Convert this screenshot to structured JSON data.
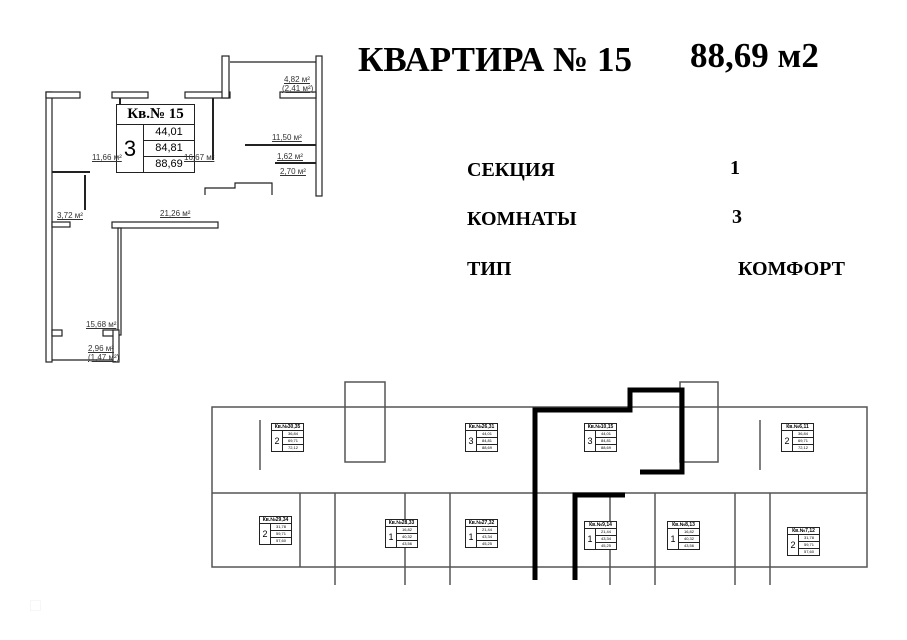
{
  "header": {
    "title": "КВАРТИРА № 15",
    "area": "88,69 м2"
  },
  "info": [
    {
      "label": "СЕКЦИЯ",
      "value": "1"
    },
    {
      "label": "КОМНАТЫ",
      "value": "3"
    },
    {
      "label": "ТИП",
      "value": "КОМФОРТ"
    }
  ],
  "plan": {
    "apt_label": "Кв.№ 15",
    "rooms": "3",
    "living_area": "44,01",
    "total_area": "84,81",
    "total_with_balcony": "88,69",
    "room_areas": [
      "4,82 м²",
      "(2,41 м²)",
      "11,50 м²",
      "1,62 м²",
      "2,70 м²",
      "11,66 м²",
      "16,67 м²",
      "3,72 м²",
      "21,26 м²",
      "15,68 м²",
      "2,96 м²",
      "(1,47 м²)"
    ]
  },
  "floor_plan": {
    "apartments": [
      {
        "label": "Кв.№30,35",
        "rooms": "2",
        "v": [
          "36,84",
          "69,71",
          "72,12"
        ]
      },
      {
        "label": "Кв.№26,31",
        "rooms": "3",
        "v": [
          "44,01",
          "84,81",
          "88,69"
        ]
      },
      {
        "label": "Кв.№29,34",
        "rooms": "2",
        "v": [
          "31,78",
          "59,71",
          "57,60"
        ]
      },
      {
        "label": "Кв.№28,33",
        "rooms": "1",
        "v": [
          "16,82",
          "40,32",
          "43,56"
        ]
      },
      {
        "label": "Кв.№27,32",
        "rooms": "1",
        "v": [
          "21,44",
          "43,34",
          "45,25"
        ]
      },
      {
        "label": "Кв.№10,15",
        "rooms": "3",
        "v": [
          "44,01",
          "84,81",
          "88,69"
        ]
      },
      {
        "label": "Кв.№6,11",
        "rooms": "2",
        "v": [
          "36,84",
          "69,71",
          "72,12"
        ]
      },
      {
        "label": "Кв.№9,14",
        "rooms": "1",
        "v": [
          "21,44",
          "43,34",
          "45,25"
        ]
      },
      {
        "label": "Кв.№8,13",
        "rooms": "1",
        "v": [
          "16,82",
          "40,32",
          "43,56"
        ]
      },
      {
        "label": "Кв.№7,12",
        "rooms": "2",
        "v": [
          "31,78",
          "59,71",
          "57,60"
        ]
      }
    ]
  }
}
